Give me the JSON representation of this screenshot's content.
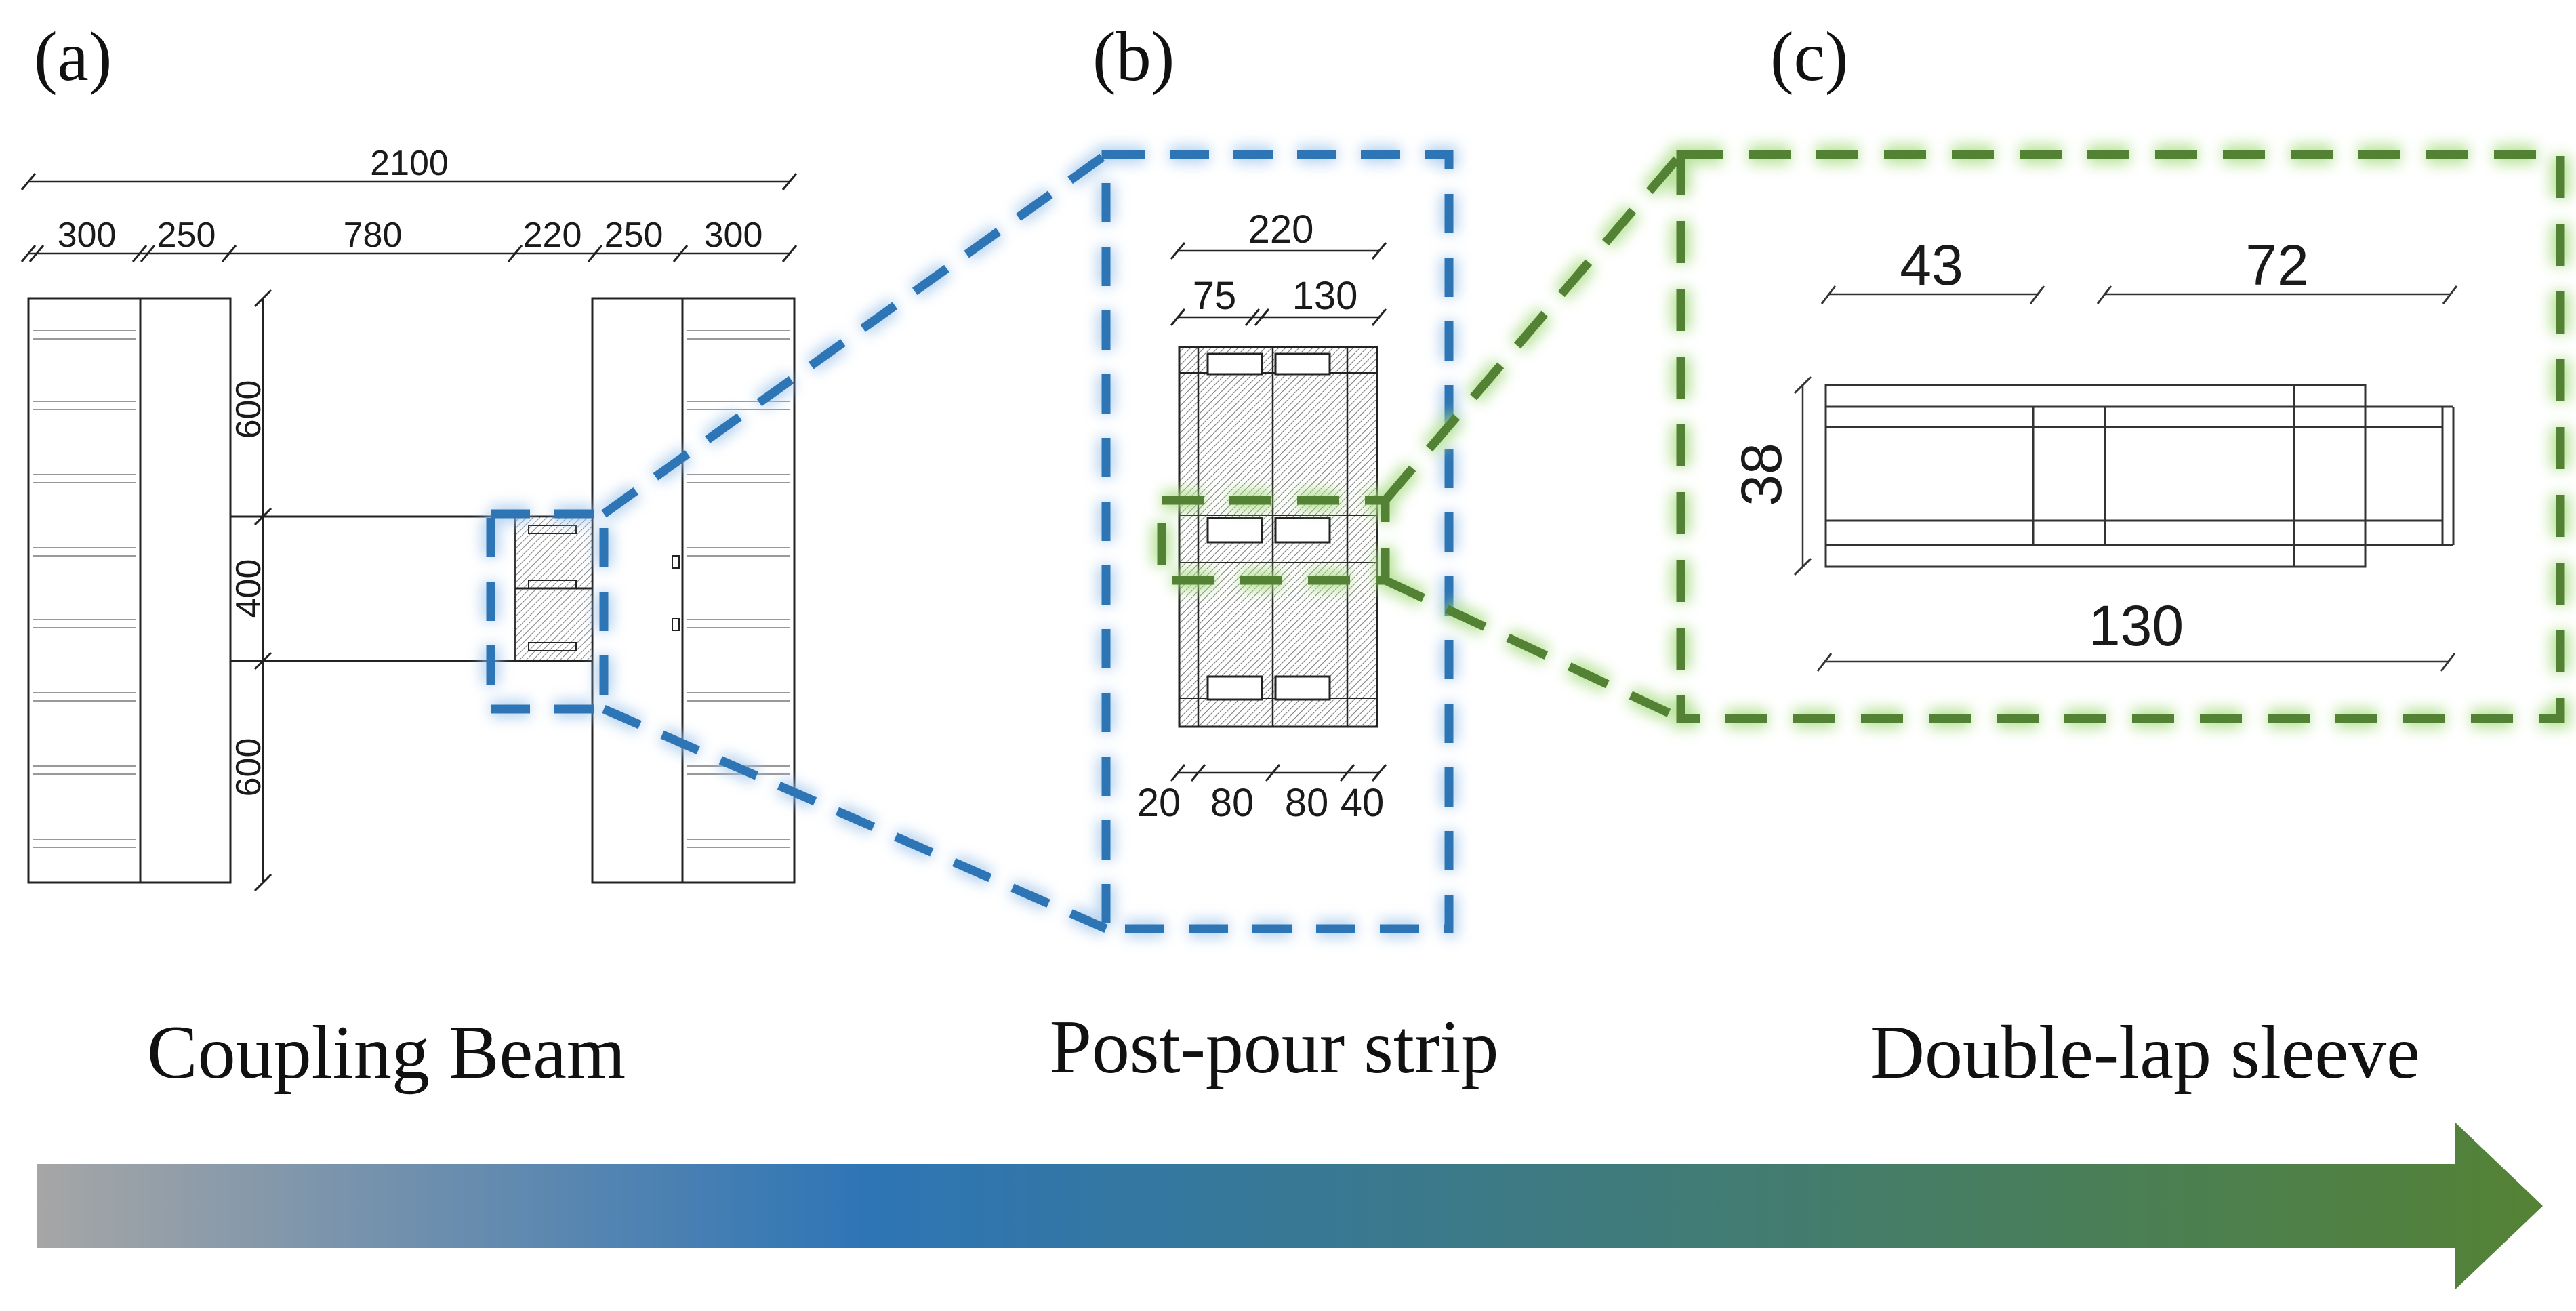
{
  "panels": {
    "a": {
      "label": "(a)",
      "caption": "Coupling Beam"
    },
    "b": {
      "label": "(b)",
      "caption": "Post-pour strip"
    },
    "c": {
      "label": "(c)",
      "caption": "Double-lap sleeve"
    }
  },
  "dimensions": {
    "a": {
      "overall": "2100",
      "segments": [
        "300",
        "250",
        "780",
        "220",
        "250",
        "300"
      ],
      "vertical": [
        "600",
        "400",
        "600"
      ]
    },
    "b": {
      "width": "220",
      "top": [
        "75",
        "130"
      ],
      "bottom": [
        "20",
        "80",
        "80",
        "40"
      ]
    },
    "c": {
      "top": [
        "43",
        "72"
      ],
      "height": "38",
      "length": "130"
    }
  },
  "colors": {
    "blue": "#2e75b6",
    "blue_glow": "#9cc3ea",
    "green": "#548235",
    "green_glow": "#a9dd84",
    "arrow_start": "#a6a6a6",
    "arrow_mid": "#2e75b6",
    "arrow_end": "#548235"
  }
}
